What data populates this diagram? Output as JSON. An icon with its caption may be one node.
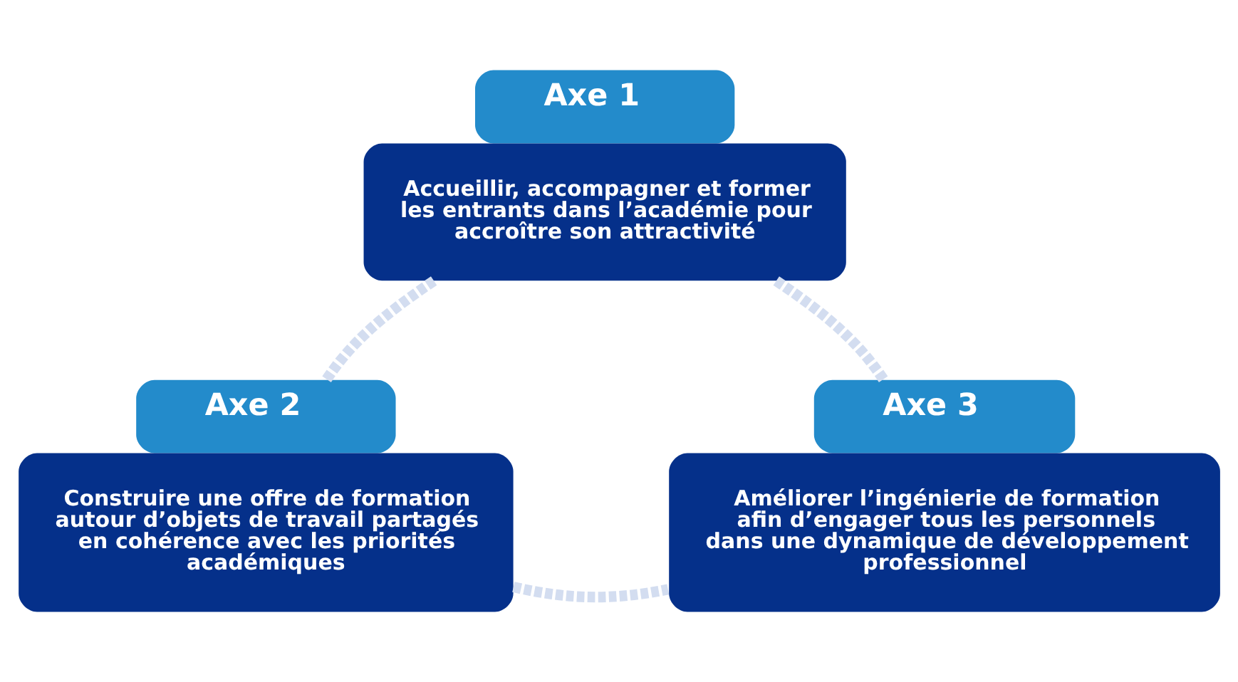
{
  "diagram": {
    "nodes": [
      {
        "text": [
          "Axe 1",
          "Accueillir, accompagner et former les entrants dans l’académie pour accroître son attractivité"
        ]
      },
      {
        "text": [
          "Axe 2",
          "Construire une offre de formation autour d’objets de travail partagés en cohérence avec les priorités académiques"
        ]
      },
      {
        "text": [
          "Axe 3",
          "Améliorer l’ingénierie de formation afin d’engager tous les personnels dans une dynamique de développement professionnel"
        ]
      }
    ],
    "edges": [
      {
        "from": 0,
        "to": 2,
        "arrow": "none",
        "style": "dashed"
      },
      {
        "from": 2,
        "to": 1,
        "arrow": "none",
        "style": "dashed"
      },
      {
        "from": 1,
        "to": 0,
        "arrow": "none",
        "style": "dashed"
      }
    ]
  }
}
